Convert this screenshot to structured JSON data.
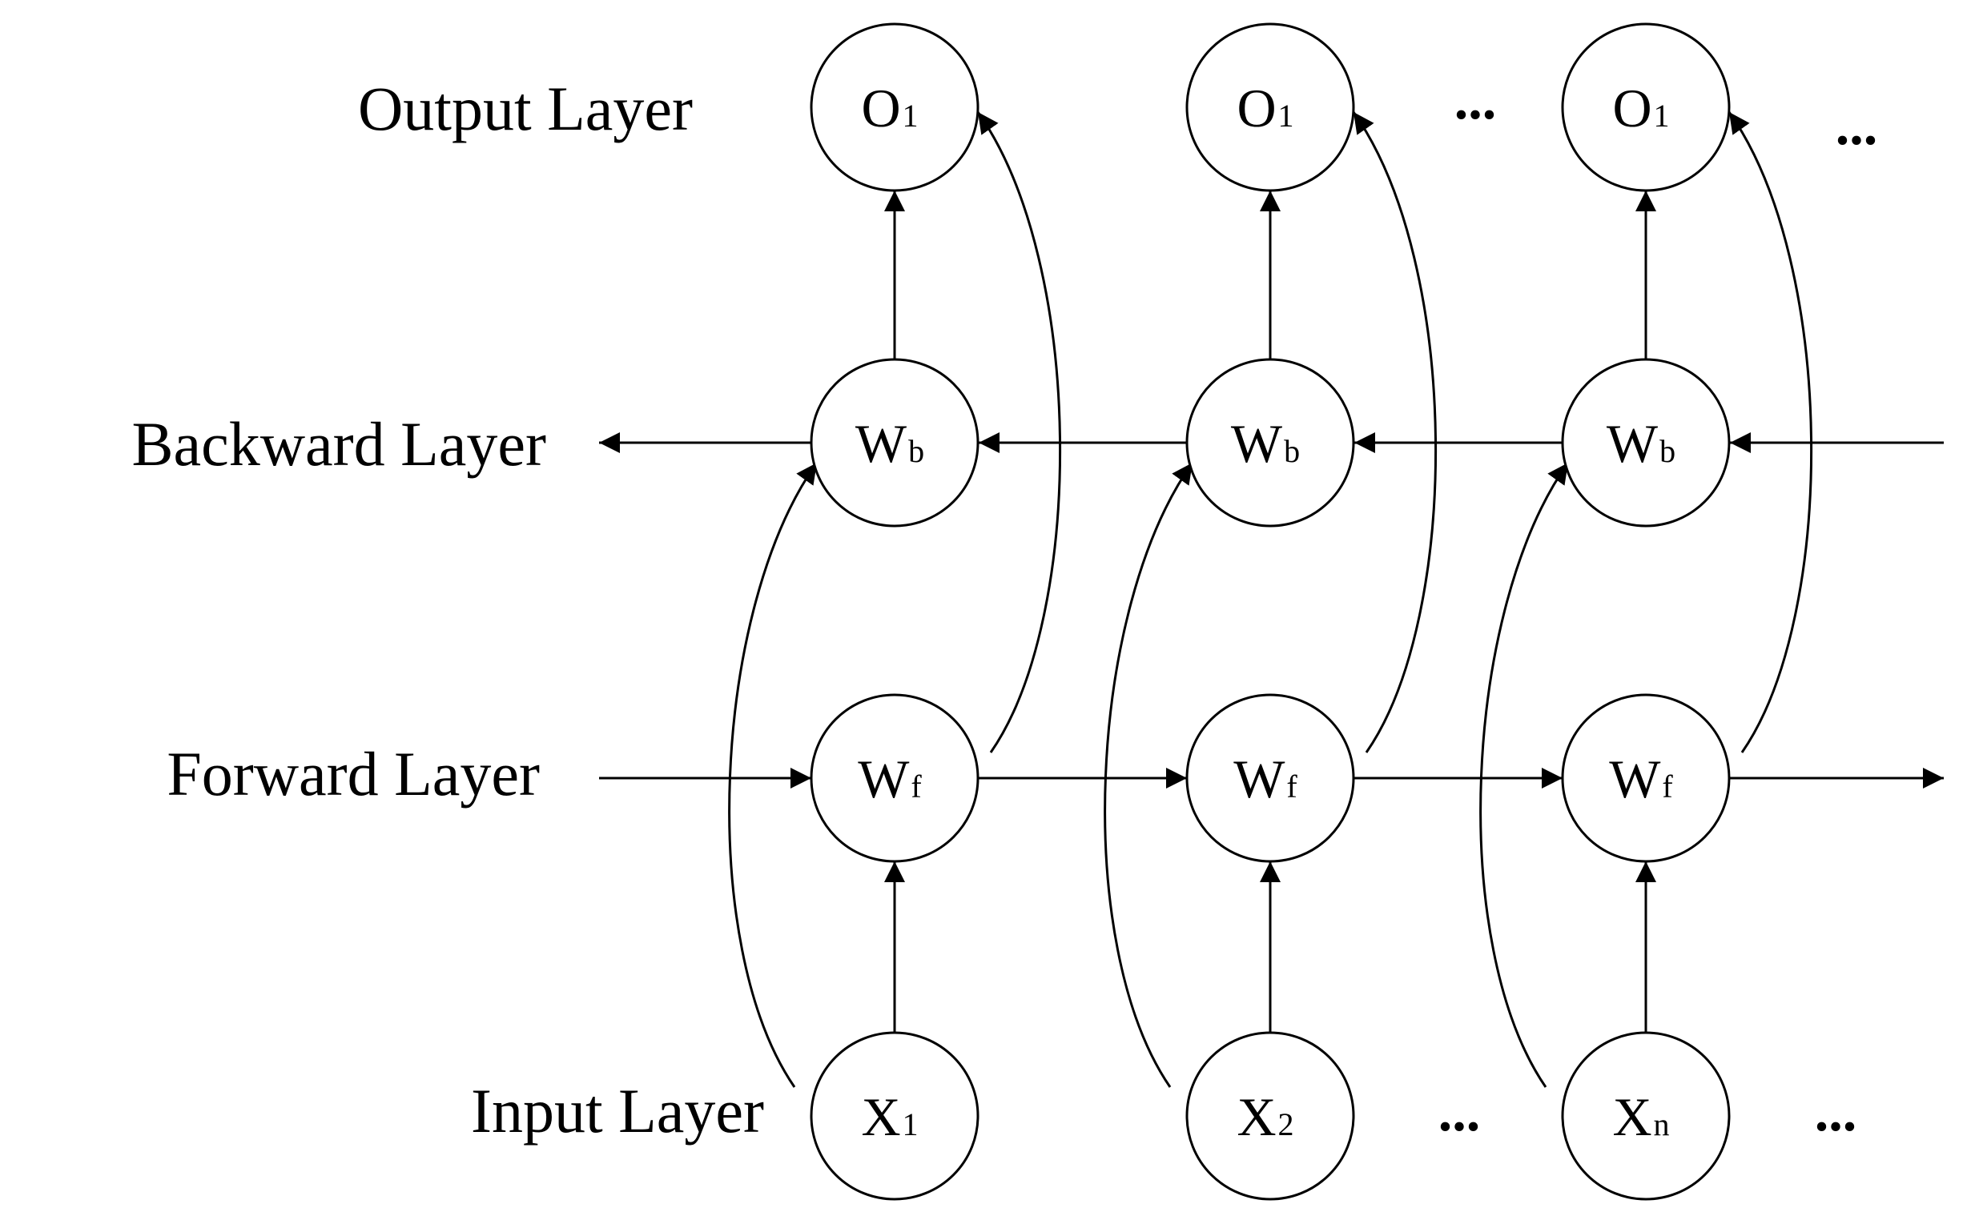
{
  "layers": {
    "output": "Output Layer",
    "backward": "Backward Layer",
    "forward": "Forward Layer",
    "input": "Input Layer"
  },
  "columns": [
    {
      "output": {
        "main": "O",
        "sub": "1"
      },
      "backward": {
        "main": "W",
        "sub": "b"
      },
      "forward": {
        "main": "W",
        "sub": "f"
      },
      "input": {
        "main": "X",
        "sub": "1"
      }
    },
    {
      "output": {
        "main": "O",
        "sub": "1"
      },
      "backward": {
        "main": "W",
        "sub": "b"
      },
      "forward": {
        "main": "W",
        "sub": "f"
      },
      "input": {
        "main": "X",
        "sub": "2"
      }
    },
    {
      "output": {
        "main": "O",
        "sub": "1"
      },
      "backward": {
        "main": "W",
        "sub": "b"
      },
      "forward": {
        "main": "W",
        "sub": "f"
      },
      "input": {
        "main": "X",
        "sub": "n"
      }
    }
  ],
  "ellipsis": "..."
}
